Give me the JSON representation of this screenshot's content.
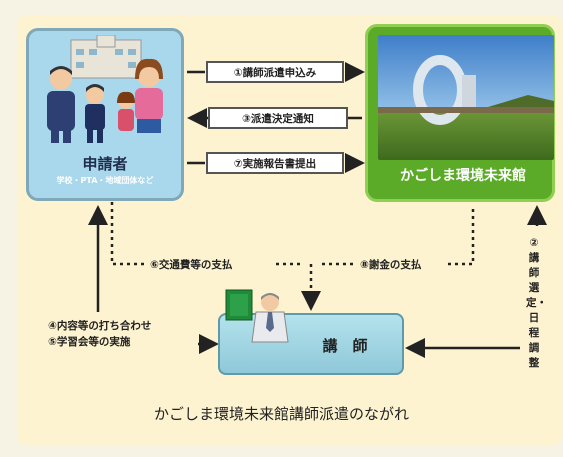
{
  "applicant": {
    "title": "申請者",
    "subtitle": "学校・PTA・地域団体など",
    "icon": "people-illustration"
  },
  "museum": {
    "title": "かごしま環境未来館",
    "icon": "museum-photo"
  },
  "lecturer": {
    "title": "講　師",
    "icon": "lecturer-illustration"
  },
  "flows": {
    "step1": "①講師派遣申込み",
    "step3": "③派遣決定通知",
    "step7": "⑦実施報告書提出",
    "step6": "⑥交通費等の支払",
    "step8": "⑧謝金の支払",
    "step4": "④内容等の打ち合わせ",
    "step5": "⑤学習会等の実施",
    "step2": "②講師選定・日程調整"
  },
  "caption": "かごしま環境未来館講師派遣のながれ",
  "colors": {
    "background": "#fdf3d1",
    "applicant_box": "#a9d7ec",
    "museum_box": "#5cab28",
    "lecturer_box": "#9fd4e0"
  }
}
